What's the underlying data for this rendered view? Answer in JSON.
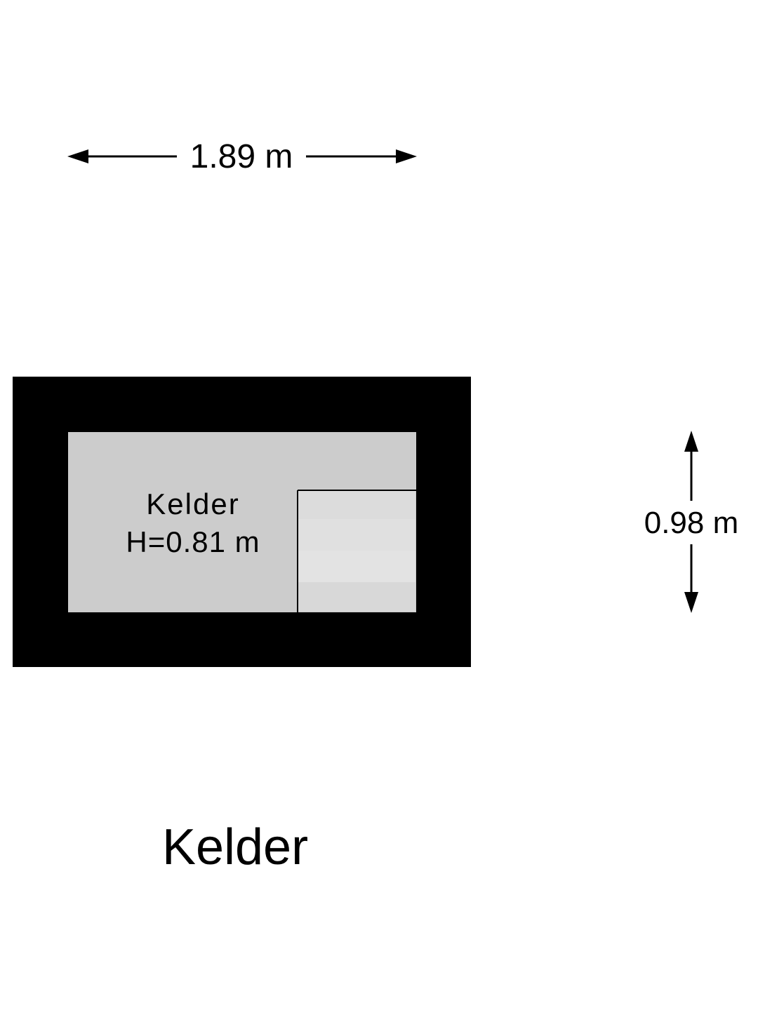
{
  "dimensions": {
    "width": "1.89 m",
    "height": "0.98 m"
  },
  "room": {
    "name": "Kelder",
    "ceiling_height": "H=0.81 m"
  },
  "floor": {
    "title": "Kelder"
  },
  "colors": {
    "wall": "#000000",
    "floor": "#cccccc",
    "stair_area": "#dcdcdc",
    "background": "#ffffff"
  }
}
